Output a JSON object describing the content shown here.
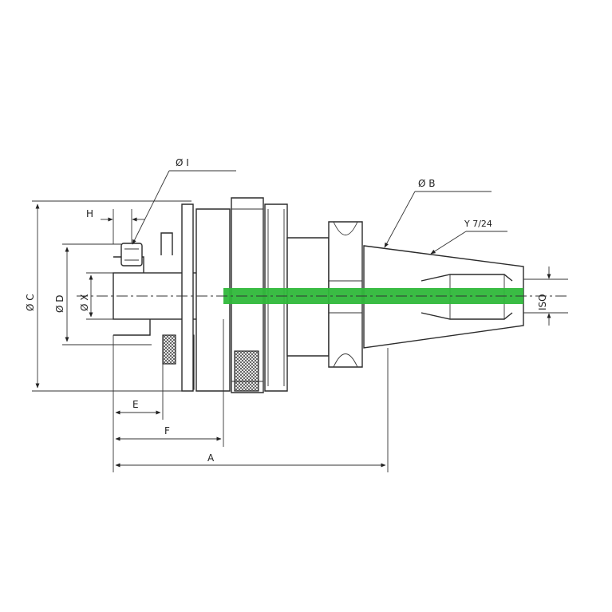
{
  "labels": {
    "dia_i": "Ø I",
    "dia_b": "Ø   B",
    "taper": "Y 7/24",
    "h": "H",
    "dia_c": "Ø C",
    "dia_d": "Ø D",
    "dia_x": "Ø X",
    "e": "E",
    "f": "F",
    "a": "A",
    "iso": "ISO"
  },
  "colors": {
    "line": "#2b2b2b",
    "coolant_channel": "#2fb83a"
  }
}
